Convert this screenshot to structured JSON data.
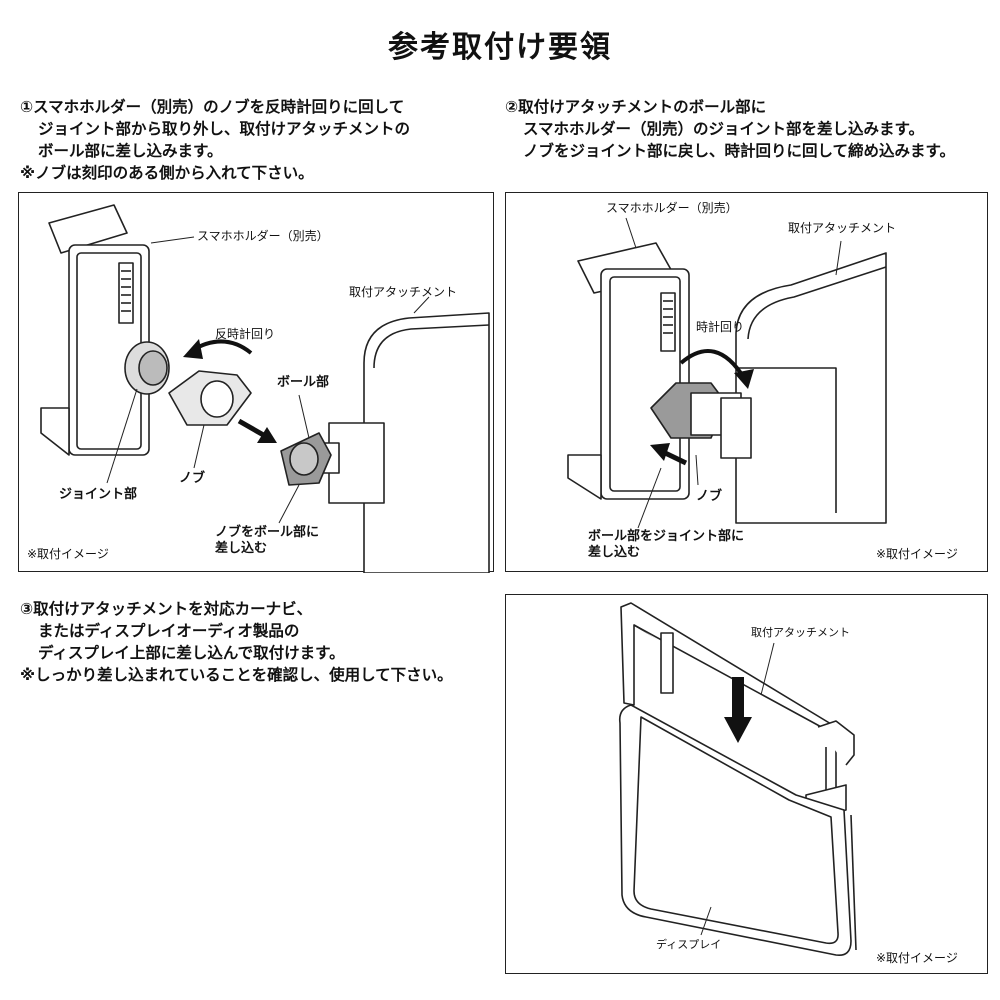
{
  "title": "参考取付け要領",
  "step1": {
    "lines": [
      "①スマホホルダー（別売）のノブを反時計回りに回して",
      "ジョイント部から取り外し、取付けアタッチメントの",
      "ボール部に差し込みます。",
      "※ノブは刻印のある側から入れて下さい。"
    ],
    "labels": {
      "holder": "スマホホルダー（別売）",
      "attachment": "取付アタッチメント",
      "ccw": "反時計回り",
      "ball": "ボール部",
      "knob": "ノブ",
      "joint": "ジョイント部",
      "insert1": "ノブをボール部に",
      "insert2": "差し込む"
    },
    "note": "※取付イメージ"
  },
  "step2": {
    "lines": [
      "②取付けアタッチメントのボール部に",
      "スマホホルダー（別売）のジョイント部を差し込みます。",
      "ノブをジョイント部に戻し、時計回りに回して締め込みます。"
    ],
    "labels": {
      "holder": "スマホホルダー（別売）",
      "attachment": "取付アタッチメント",
      "cw": "時計回り",
      "knob": "ノブ",
      "insert1": "ボール部をジョイント部に",
      "insert2": "差し込む"
    },
    "note": "※取付イメージ"
  },
  "step3": {
    "lines": [
      "③取付けアタッチメントを対応カーナビ、",
      "またはディスプレイオーディオ製品の",
      "ディスプレイ上部に差し込んで取付けます。",
      "※しっかり差し込まれていることを確認し、使用して下さい。"
    ],
    "labels": {
      "attachment": "取付アタッチメント",
      "display": "ディスプレイ"
    },
    "note": "※取付イメージ"
  }
}
